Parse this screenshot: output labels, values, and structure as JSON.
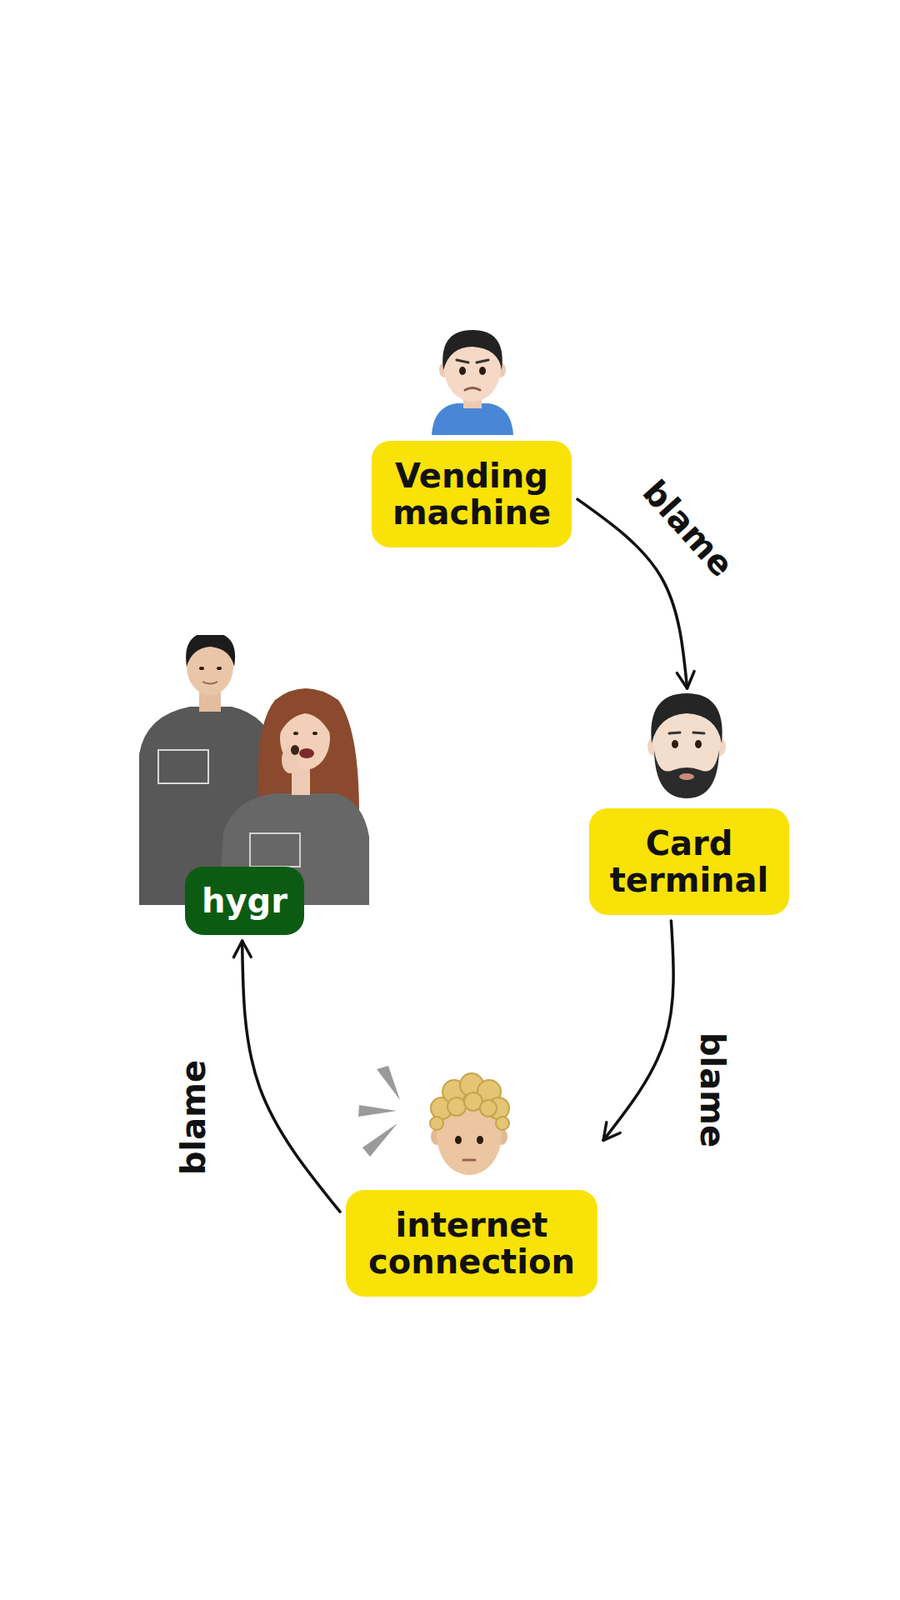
{
  "diagram": {
    "nodes": [
      {
        "text": [
          "Vending machine"
        ]
      },
      {
        "text": [
          "Card terminal"
        ]
      },
      {
        "text": [
          "internet connection"
        ]
      },
      {
        "text": [
          "hygr"
        ]
      }
    ],
    "edges": [
      {
        "from": 0,
        "to": 1,
        "arrow": "to",
        "label": "blame"
      },
      {
        "from": 1,
        "to": 2,
        "arrow": "to",
        "label": "blame"
      },
      {
        "from": 2,
        "to": 3,
        "arrow": "to",
        "label": "blame"
      }
    ]
  }
}
